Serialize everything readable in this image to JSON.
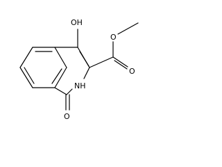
{
  "structure": {
    "atoms": {
      "hydroxyl": "OH",
      "ring_nh": "NH",
      "carbonyl_o": "O",
      "ester_carbonyl_o": "O",
      "ester_ether_o": "O"
    }
  }
}
